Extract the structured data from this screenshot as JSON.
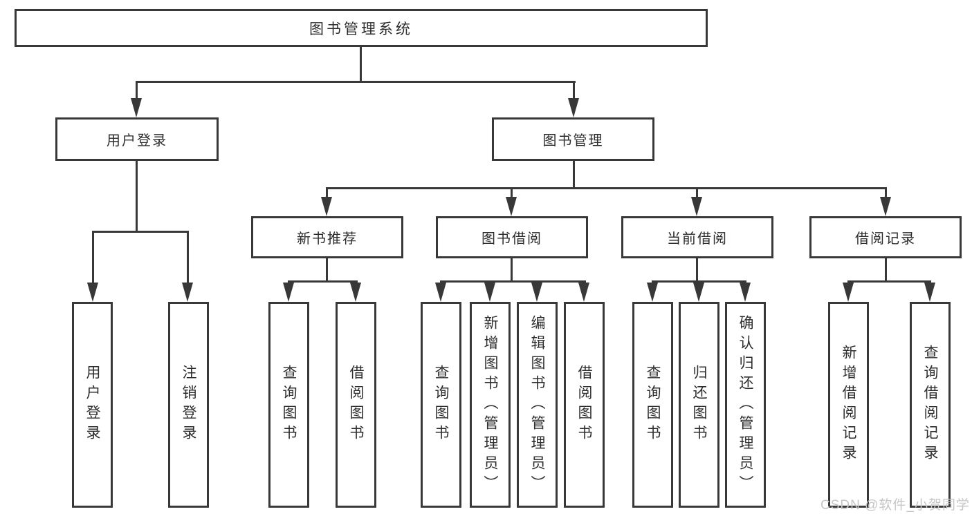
{
  "colors": {
    "line": "#383838",
    "text": "#2d2d2d",
    "watermark": "#c6c6c6",
    "background": "#ffffff"
  },
  "watermark": {
    "text": "CSDN @软件_小贺同学"
  },
  "tree": {
    "root": {
      "label": "图书管理系统"
    },
    "branches": [
      {
        "label": "用户登录",
        "children": [
          {
            "label": "用户登录"
          },
          {
            "label": "注销登录"
          }
        ]
      },
      {
        "label": "图书管理",
        "children": [
          {
            "label": "新书推荐",
            "children": [
              {
                "label": "查询图书"
              },
              {
                "label": "借阅图书"
              }
            ]
          },
          {
            "label": "图书借阅",
            "children": [
              {
                "label": "查询图书"
              },
              {
                "label": "新增图书（管理员）"
              },
              {
                "label": "编辑图书（管理员）"
              },
              {
                "label": "借阅图书"
              }
            ]
          },
          {
            "label": "当前借阅",
            "children": [
              {
                "label": "查询图书"
              },
              {
                "label": "归还图书"
              },
              {
                "label": "确认归还（管理员）"
              }
            ]
          },
          {
            "label": "借阅记录",
            "children": [
              {
                "label": "新增借阅记录"
              },
              {
                "label": "查询借阅记录"
              }
            ]
          }
        ]
      }
    ]
  }
}
